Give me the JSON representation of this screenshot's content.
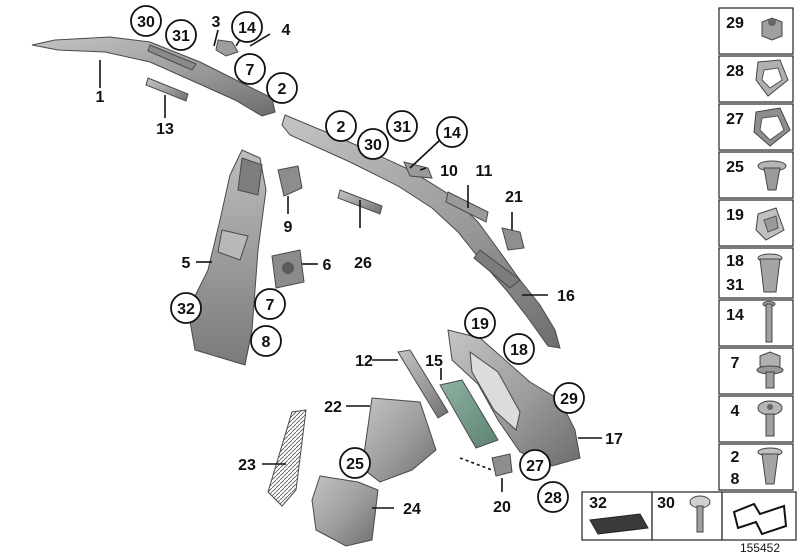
{
  "diagram_id": "155452",
  "colors": {
    "part_fill": "#9b9b9b",
    "part_dark": "#6d6d6d",
    "part_light": "#c4c4c4",
    "line": "#111111"
  },
  "labels": {
    "n30a": "30",
    "n31a": "31",
    "n3": "3",
    "n14a": "14",
    "n4": "4",
    "n1": "1",
    "n7a": "7",
    "n2a": "2",
    "n13": "13",
    "n2b": "2",
    "n31b": "31",
    "n30b": "30",
    "n14b": "14",
    "n10": "10",
    "n11": "11",
    "n21": "21",
    "n9": "9",
    "n26": "26",
    "n5": "5",
    "n6": "6",
    "n32a": "32",
    "n7b": "7",
    "n8": "8",
    "n16": "16",
    "n19": "19",
    "n18": "18",
    "n12": "12",
    "n15": "15",
    "n29": "29",
    "n22": "22",
    "n17": "17",
    "n25": "25",
    "n23": "23",
    "n27": "27",
    "n20": "20",
    "n28": "28",
    "n24": "24"
  },
  "sidebar": {
    "items": [
      {
        "label": "29",
        "icon": "nut-icon"
      },
      {
        "label": "28",
        "icon": "frame-seal-icon"
      },
      {
        "label": "27",
        "icon": "bracket-frame-icon"
      },
      {
        "label": "25",
        "icon": "expanding-rivet-icon"
      },
      {
        "label": "19",
        "icon": "clip-icon"
      },
      {
        "label": "18",
        "label2": "31",
        "icon": "spreader-nut-icon"
      },
      {
        "label": "14",
        "icon": "bolt-icon"
      },
      {
        "label": "7",
        "icon": "hex-collar-screw-icon"
      },
      {
        "label": "4",
        "icon": "button-head-screw-icon"
      },
      {
        "label": "2",
        "label2": "8",
        "icon": "plastic-rivet-icon"
      }
    ]
  },
  "bottom_strip": {
    "items": [
      {
        "label": "32",
        "icon": "foam-pad-icon"
      },
      {
        "label": "30",
        "icon": "mushroom-screw-icon"
      },
      {
        "label": "",
        "icon": "group-symbol-icon"
      }
    ]
  }
}
